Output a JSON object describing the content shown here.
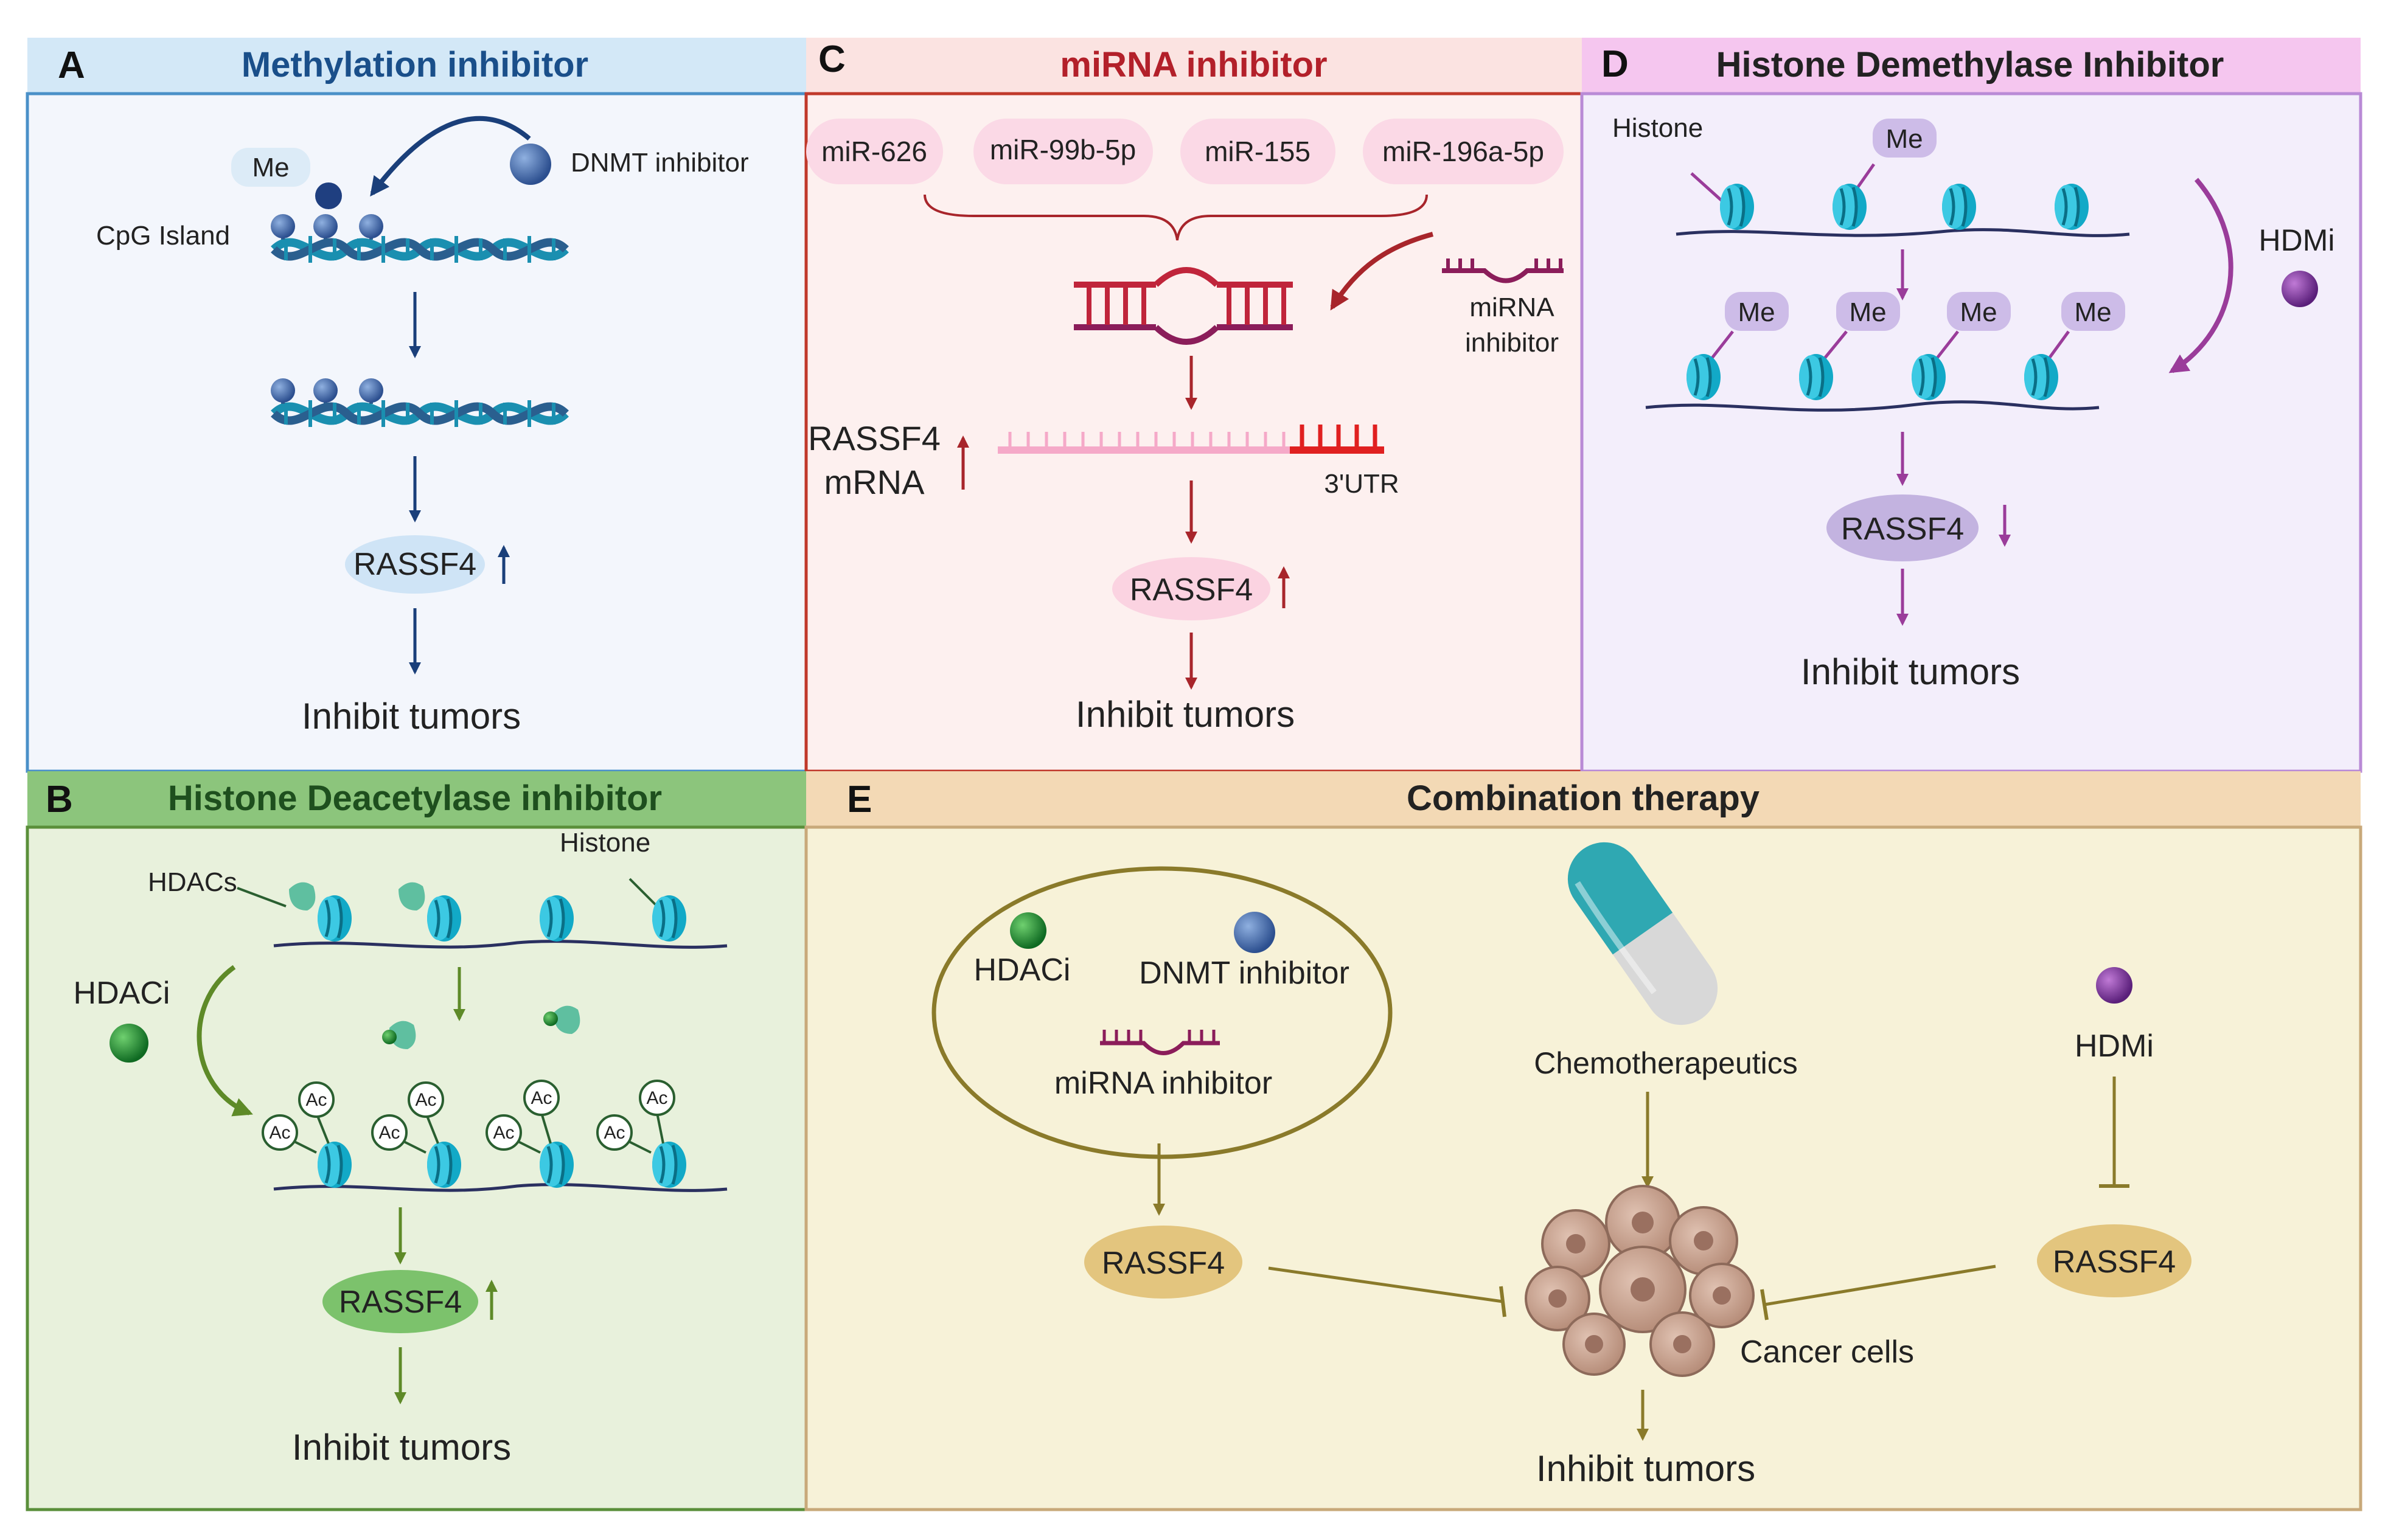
{
  "panel_a": {
    "letter": "A",
    "title": "Methylation inhibitor",
    "me": "Me",
    "dnmt_inhibitor": "DNMT inhibitor",
    "cpg_island": "CpG Island",
    "rassf4": "RASSF4",
    "outcome": "Inhibit tumors"
  },
  "panel_b": {
    "letter": "B",
    "title": "Histone Deacetylase inhibitor",
    "hdacs": "HDACs",
    "histone": "Histone",
    "hdaci": "HDACi",
    "ac": "Ac",
    "rassf4": "RASSF4",
    "outcome": "Inhibit  tumors"
  },
  "panel_c": {
    "letter": "C",
    "title": "miRNA inhibitor",
    "mirnas": [
      "miR-626",
      "miR-99b-5p",
      "miR-155",
      "miR-196a-5p"
    ],
    "mirna_inhibitor_line1": "miRNA",
    "mirna_inhibitor_line2": "inhibitor",
    "rassf4_mrna_line1": "RASSF4",
    "rassf4_mrna_line2": "mRNA",
    "utr": "3'UTR",
    "rassf4": "RASSF4",
    "outcome": "Inhibit tumors"
  },
  "panel_d": {
    "letter": "D",
    "title": "Histone Demethylase Inhibitor",
    "histone": "Histone",
    "me": "Me",
    "hdmi": "HDMi",
    "rassf4": "RASSF4",
    "outcome": "Inhibit  tumors"
  },
  "panel_e": {
    "letter": "E",
    "title": "Combination therapy",
    "hdaci": "HDACi",
    "dnmt_inhibitor": "DNMT inhibitor",
    "mirna_inhibitor": "miRNA inhibitor",
    "chemotherapeutics": "Chemotherapeutics",
    "hdmi": "HDMi",
    "rassf4_left": "RASSF4",
    "rassf4_right": "RASSF4",
    "cancer_cells": "Cancer cells",
    "outcome": "Inhibit tumors"
  },
  "colors": {
    "panel_a_bg": "#f3f6fc",
    "panel_a_header": "#d3e8f7",
    "panel_a_accent": "#1a3f7a",
    "panel_b_bg": "#e8f1dc",
    "panel_b_header": "#8cc57c",
    "panel_b_accent": "#1e5e1e",
    "panel_c_bg": "#fdf0ef",
    "panel_c_header": "#fbe3e1",
    "panel_c_accent": "#a8252b",
    "panel_d_bg": "#f3eefb",
    "panel_d_header": "#f5c6ef",
    "panel_d_accent": "#9a3c9a",
    "panel_e_bg": "#f7f2d8",
    "panel_e_header": "#f3d9b5",
    "panel_e_accent": "#8a7a2a"
  }
}
